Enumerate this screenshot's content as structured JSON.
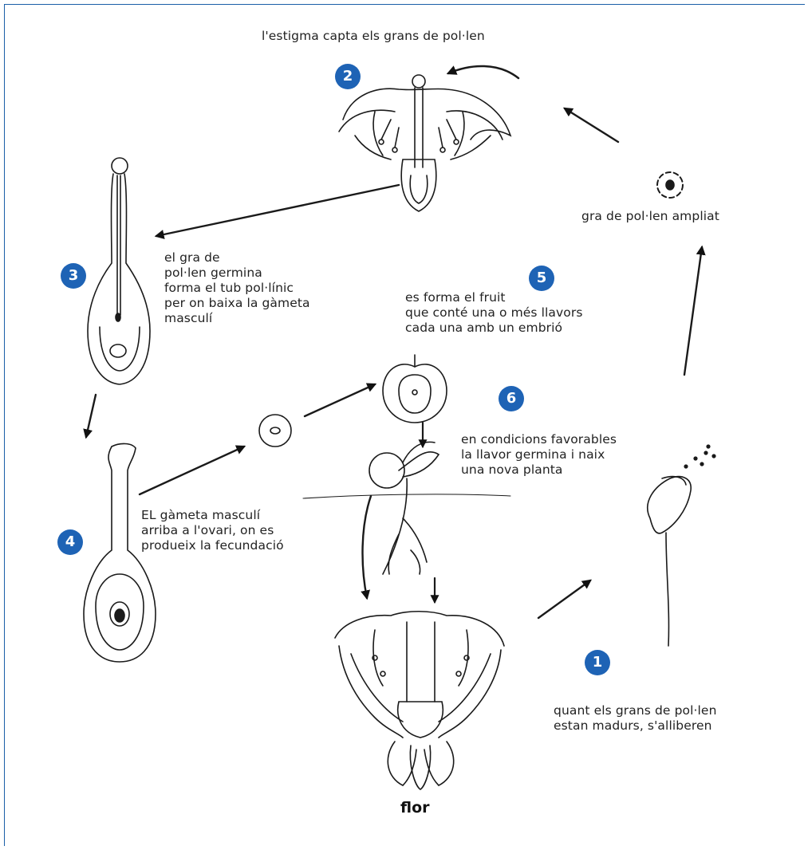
{
  "steps": [
    {
      "number": "1",
      "text": "quant els grans de pol·len\nestan madurs, s'alliberen"
    },
    {
      "number": "2",
      "text": "l'estigma capta els grans de pol·len"
    },
    {
      "number": "3",
      "text": "el gra de\npol·len germina\nforma el tub pol·línic\nper on baixa la gàmeta\nmasculí"
    },
    {
      "number": "4",
      "text": "EL gàmeta masculí\narriba a l'ovari, on es\nprodueix la fecundació"
    },
    {
      "number": "5",
      "text": "es forma el fruit\nque conté una o més llavors\ncada una amb un embrió"
    },
    {
      "number": "6",
      "text": "en condicions favorables\nla llavor germina i naix\nuna nova planta"
    }
  ],
  "pollen_grain_label": "gra de pol·len ampliat",
  "flower_label": "flor",
  "colors": {
    "badge": "#1e63b5",
    "frame": "#1b5fa8",
    "ink": "#1a1a1a"
  }
}
